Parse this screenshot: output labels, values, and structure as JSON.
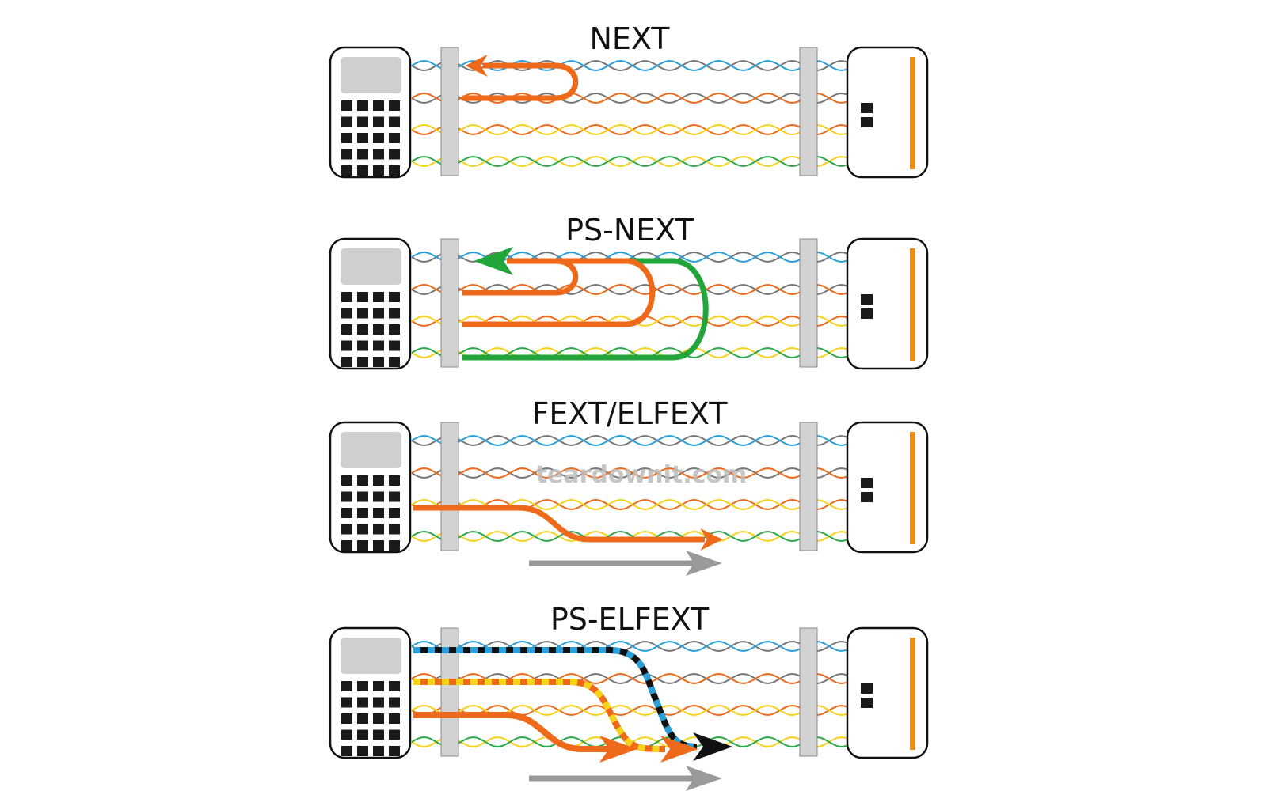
{
  "watermark": "teardownit.com",
  "colors": {
    "blue": "#2a9fd8",
    "gray": "#777777",
    "orange": "#ee6a1a",
    "yellow": "#f7d21a",
    "green": "#2ca84a",
    "lightgray": "#cfcfcf",
    "bar": "#d2d2d2",
    "remote_bar": "#f08c10",
    "arrow_green": "#22a63c",
    "arrow_gray": "#9a9a9a"
  },
  "panels": [
    {
      "id": "next",
      "title": "NEXT"
    },
    {
      "id": "ps-next",
      "title": "PS-NEXT"
    },
    {
      "id": "fext-elfext",
      "title": "FEXT/ELFEXT"
    },
    {
      "id": "ps-elfext",
      "title": "PS-ELFEXT"
    }
  ],
  "devices": {
    "tester": {
      "icon": "cable-tester-icon",
      "keypad_rows": 5,
      "keypad_cols": 4
    },
    "remote": {
      "icon": "remote-unit-icon"
    }
  },
  "pairs": [
    {
      "name": "blue",
      "colors": [
        "#2a9fd8",
        "#777777"
      ]
    },
    {
      "name": "orange",
      "colors": [
        "#ee6a1a",
        "#777777"
      ]
    },
    {
      "name": "brown",
      "colors": [
        "#f7d21a",
        "#ee6a1a"
      ]
    },
    {
      "name": "green",
      "colors": [
        "#2ca84a",
        "#f7d21a"
      ]
    }
  ]
}
